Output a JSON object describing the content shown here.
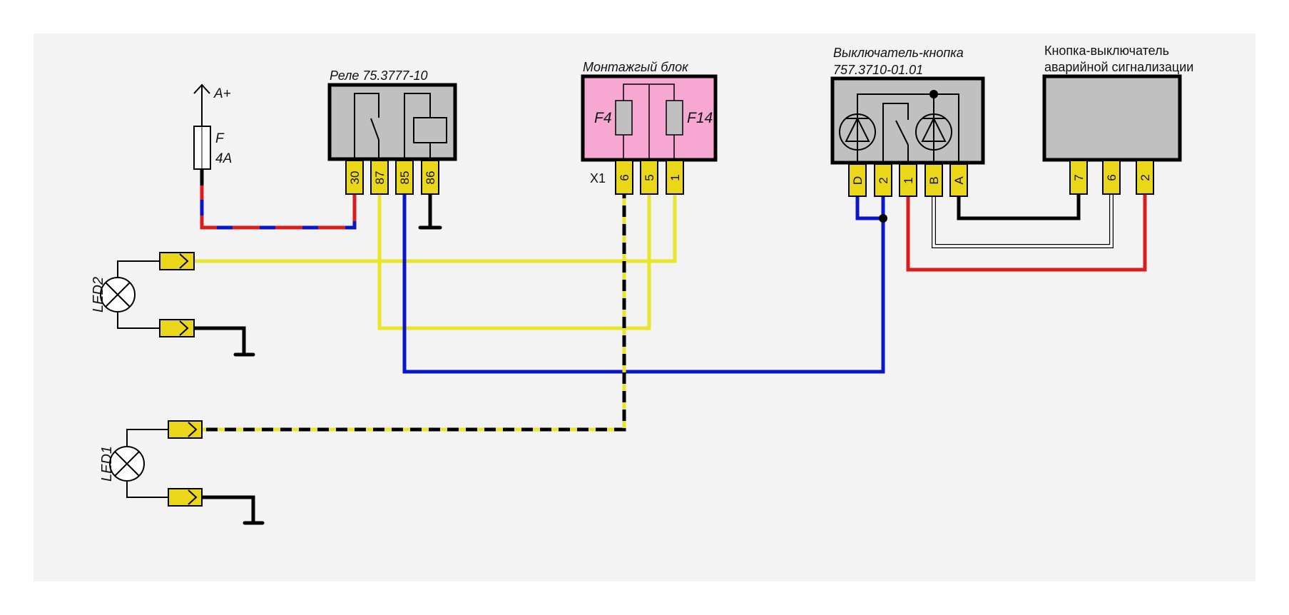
{
  "title": "LED wiring diagram",
  "colors": {
    "background": "#f3f3f3",
    "block_gray": "#c0c0c0",
    "block_pink": "#f7a8d2",
    "pin_yellow": "#ebd71a",
    "wire_yellow": "#ebe52a",
    "wire_blue": "#0a14c8",
    "wire_red": "#d81e1e",
    "wire_black": "#000000"
  },
  "power": {
    "supply_label": "A+",
    "fuse_label": "F",
    "fuse_rating": "4A"
  },
  "relay": {
    "label": "Реле 75.3777-10",
    "pins": [
      "30",
      "87",
      "85",
      "86"
    ]
  },
  "mount_block": {
    "label": "Монтажгый блок",
    "connector_label": "X1",
    "fuses": [
      "F4",
      "F14"
    ],
    "pins": [
      "6",
      "5",
      "1"
    ]
  },
  "switch_button": {
    "label_line1": "Выключатель-кнопка",
    "label_line2": "757.3710-01.01",
    "pins": [
      "D",
      "2",
      "1",
      "B",
      "A"
    ]
  },
  "hazard_switch": {
    "label_line1": "Кнопка-выключатель",
    "label_line2": "аварийной сигнализации",
    "pins": [
      "7",
      "6",
      "2"
    ]
  },
  "leds": [
    {
      "label": "LED2"
    },
    {
      "label": "LED1"
    }
  ]
}
